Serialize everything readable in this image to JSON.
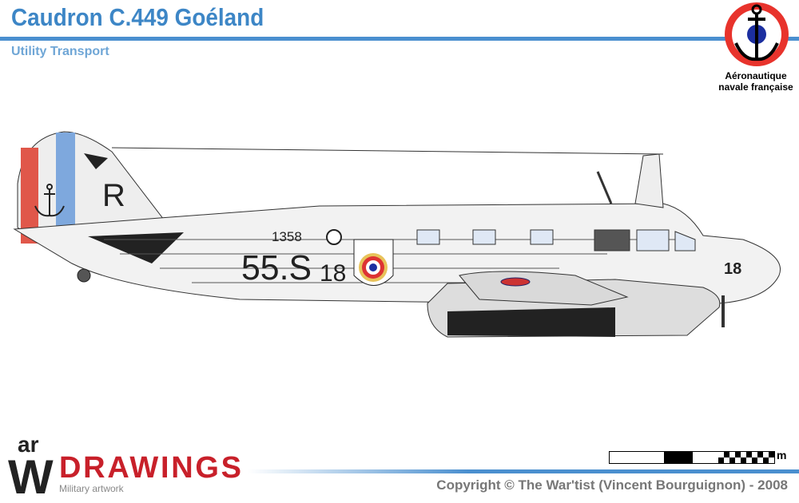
{
  "header": {
    "title": "Caudron C.449 Goéland",
    "subtitle": "Utility Transport"
  },
  "insignia": {
    "line1": "Aéronautique",
    "line2": "navale française",
    "colors": {
      "red": "#e8332c",
      "blue": "#1c2fa0",
      "anchor": "#000000"
    }
  },
  "markings": {
    "tail_letter": "R",
    "serial": "1358",
    "unit_code": "55.S",
    "unit_number": "18",
    "nose_number": "18"
  },
  "logo": {
    "w": "W",
    "ar": "ar",
    "drawings": "DRAWINGS",
    "tagline": "Military artwork"
  },
  "scale": {
    "unit": "m"
  },
  "footer": {
    "copyright": "Copyright © The War'tist (Vincent Bourguignon) - 2008"
  },
  "colors": {
    "accent": "#4a8fcf",
    "logo_red": "#c8202a"
  }
}
